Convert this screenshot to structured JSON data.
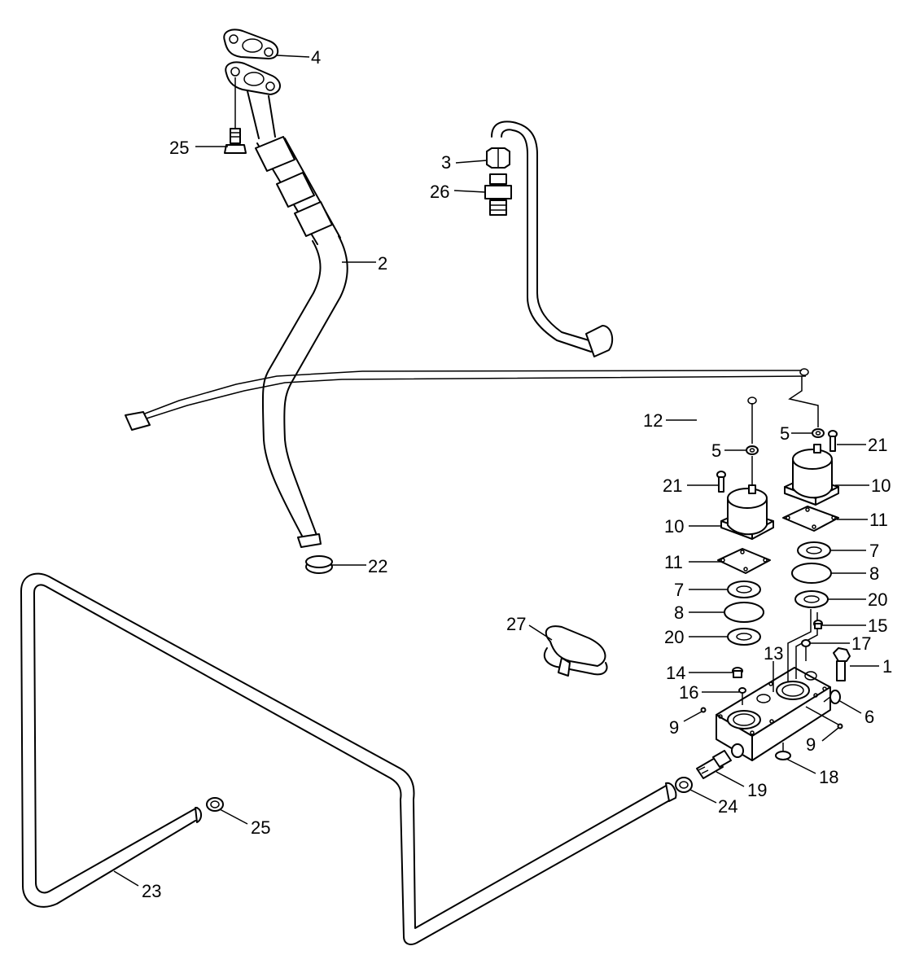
{
  "callouts": [
    {
      "id": "c1",
      "text": "1"
    },
    {
      "id": "c2",
      "text": "2"
    },
    {
      "id": "c3",
      "text": "3"
    },
    {
      "id": "c4",
      "text": "4"
    },
    {
      "id": "c5a",
      "text": "5"
    },
    {
      "id": "c5b",
      "text": "5"
    },
    {
      "id": "c6",
      "text": "6"
    },
    {
      "id": "c7a",
      "text": "7"
    },
    {
      "id": "c7b",
      "text": "7"
    },
    {
      "id": "c8a",
      "text": "8"
    },
    {
      "id": "c8b",
      "text": "8"
    },
    {
      "id": "c9a",
      "text": "9"
    },
    {
      "id": "c9b",
      "text": "9"
    },
    {
      "id": "c10a",
      "text": "10"
    },
    {
      "id": "c10b",
      "text": "10"
    },
    {
      "id": "c11a",
      "text": "11"
    },
    {
      "id": "c11b",
      "text": "11"
    },
    {
      "id": "c12",
      "text": "12"
    },
    {
      "id": "c13",
      "text": "13"
    },
    {
      "id": "c14",
      "text": "14"
    },
    {
      "id": "c15",
      "text": "15"
    },
    {
      "id": "c16",
      "text": "16"
    },
    {
      "id": "c17",
      "text": "17"
    },
    {
      "id": "c18",
      "text": "18"
    },
    {
      "id": "c19",
      "text": "19"
    },
    {
      "id": "c20a",
      "text": "20"
    },
    {
      "id": "c20b",
      "text": "20"
    },
    {
      "id": "c21a",
      "text": "21"
    },
    {
      "id": "c21b",
      "text": "21"
    },
    {
      "id": "c22",
      "text": "22"
    },
    {
      "id": "c23",
      "text": "23"
    },
    {
      "id": "c24",
      "text": "24"
    },
    {
      "id": "c25a",
      "text": "25"
    },
    {
      "id": "c25b",
      "text": "25"
    },
    {
      "id": "c26",
      "text": "26"
    },
    {
      "id": "c27",
      "text": "27"
    }
  ]
}
